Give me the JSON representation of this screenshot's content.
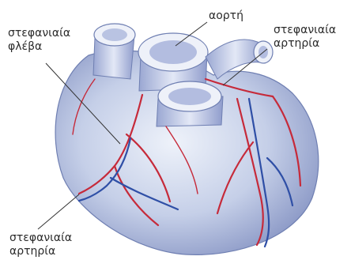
{
  "labels": {
    "aorta": "αορτή",
    "coronary_vein": [
      "στεφανιαία",
      "φλέβα"
    ],
    "coronary_artery_right": [
      "στεφανιαία",
      "αρτηρία"
    ],
    "coronary_artery_left": [
      "στεφανιαία",
      "αρτηρία"
    ]
  },
  "colors": {
    "heart_light": "#dfe6f4",
    "heart_mid": "#a9b6d8",
    "heart_dark": "#7d8cbc",
    "artery": "#c62a3a",
    "vein": "#2f4fa6",
    "leader_line": "#333333"
  }
}
